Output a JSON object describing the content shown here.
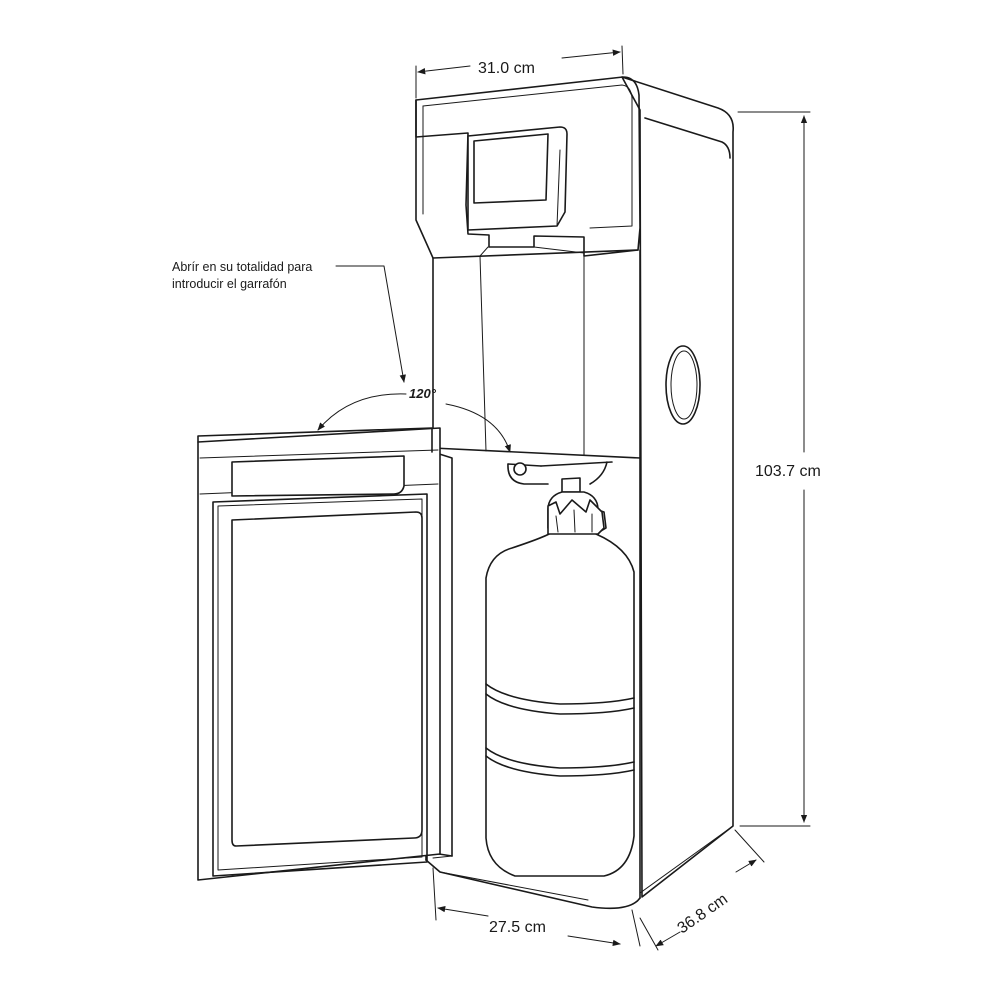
{
  "annotation": {
    "line1": "Abrír en su totalidad para",
    "line2": "introducir el garrafón",
    "angle": "120°"
  },
  "dimensions": {
    "width_top": "31.0 cm",
    "height": "103.7 cm",
    "base_width": "27.5 cm",
    "depth": "36.8 cm"
  },
  "colors": {
    "line": "#1a1a1a",
    "background": "#ffffff"
  }
}
